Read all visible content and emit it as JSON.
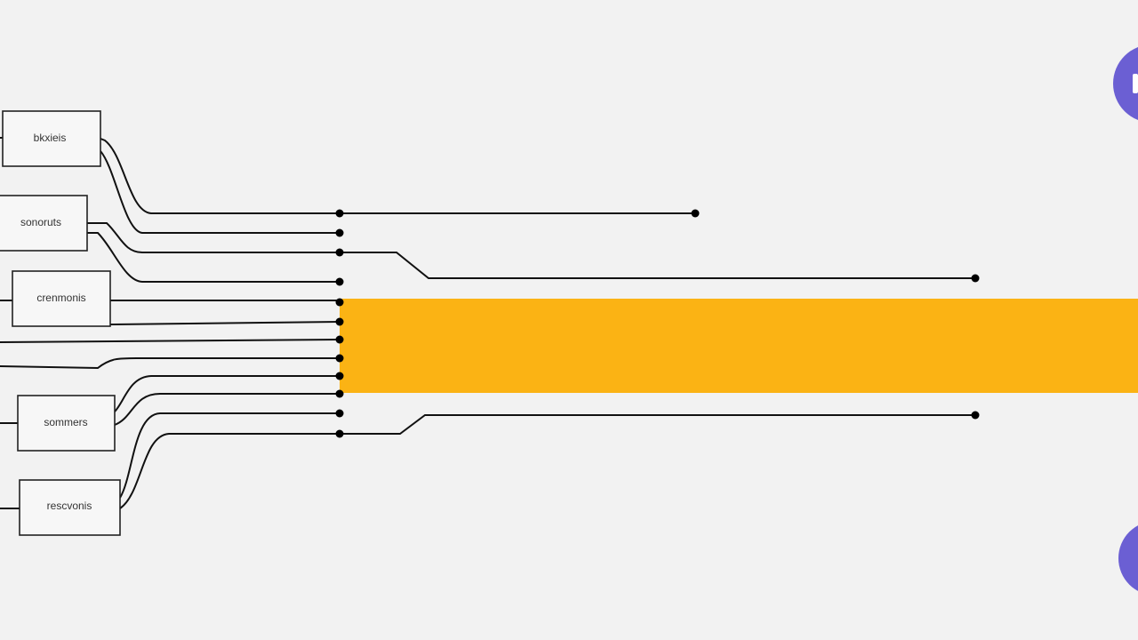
{
  "colors": {
    "background": "#f2f2f2",
    "accent_band": "#fbb314",
    "side_circle": "#6b5fd3",
    "line": "#111111"
  },
  "nodes": [
    {
      "label": "bkxieis"
    },
    {
      "label": "sonoruts"
    },
    {
      "label": "crenmonis"
    },
    {
      "label": "sommers"
    },
    {
      "label": "rescvonis"
    }
  ],
  "icons": [
    "side-circle-top-icon",
    "side-circle-bottom-icon"
  ]
}
